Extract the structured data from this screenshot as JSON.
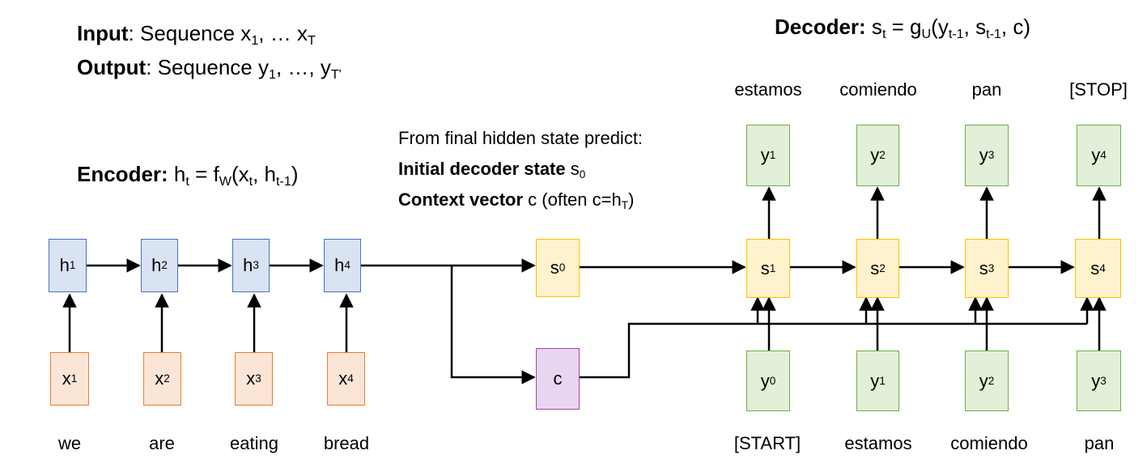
{
  "header": {
    "input_label": "Input",
    "input_text": ": Sequence x",
    "input_sub1": "1",
    "input_mid": ", … x",
    "input_sub2": "T",
    "output_label": "Output",
    "output_text": ": Sequence y",
    "output_sub1": "1",
    "output_mid": ", …, y",
    "output_sub2": "T'"
  },
  "encoder": {
    "label": "Encoder:",
    "eq_a": " h",
    "eq_sub_t": "t",
    "eq_b": " = f",
    "eq_sub_w": "W",
    "eq_c": "(x",
    "eq_sub_t2": "t",
    "eq_d": ", h",
    "eq_sub_t1": "t-1",
    "eq_e": ")",
    "hidden": [
      {
        "sym": "h",
        "sub": "1"
      },
      {
        "sym": "h",
        "sub": "2"
      },
      {
        "sym": "h",
        "sub": "3"
      },
      {
        "sym": "h",
        "sub": "4"
      }
    ],
    "inputs": [
      {
        "sym": "x",
        "sub": "1"
      },
      {
        "sym": "x",
        "sub": "2"
      },
      {
        "sym": "x",
        "sub": "3"
      },
      {
        "sym": "x",
        "sub": "4"
      }
    ],
    "words": [
      "we",
      "are",
      "eating",
      "bread"
    ]
  },
  "decoder": {
    "label": "Decoder:",
    "eq_a": " s",
    "eq_sub_t": "t",
    "eq_b": " = g",
    "eq_sub_u": "U",
    "eq_c": "(y",
    "eq_sub_t1": "t-1",
    "eq_d": ", s",
    "eq_sub_t1b": "t-1",
    "eq_e": ", c)",
    "states": [
      {
        "sym": "s",
        "sub": "1"
      },
      {
        "sym": "s",
        "sub": "2"
      },
      {
        "sym": "s",
        "sub": "3"
      },
      {
        "sym": "s",
        "sub": "4"
      }
    ],
    "outputs": [
      {
        "sym": "y",
        "sub": "1"
      },
      {
        "sym": "y",
        "sub": "2"
      },
      {
        "sym": "y",
        "sub": "3"
      },
      {
        "sym": "y",
        "sub": "4"
      }
    ],
    "inputs": [
      {
        "sym": "y",
        "sub": "0"
      },
      {
        "sym": "y",
        "sub": "1"
      },
      {
        "sym": "y",
        "sub": "2"
      },
      {
        "sym": "y",
        "sub": "3"
      }
    ],
    "top_words": [
      "estamos",
      "comiendo",
      "pan",
      "[STOP]"
    ],
    "bottom_words": [
      "[START]",
      "estamos",
      "comiendo",
      "pan"
    ]
  },
  "bridge": {
    "line1": "From final hidden state predict:",
    "line2_bold": "Initial decoder state",
    "line2_rest": " s",
    "line2_sub": "0",
    "line3_bold": "Context vector",
    "line3_rest": " c (often c=h",
    "line3_sub": "T",
    "line3_end": ")",
    "s0": {
      "sym": "s",
      "sub": "0"
    },
    "c": {
      "sym": "c"
    }
  },
  "colors": {
    "encoder_fill": "#dae3f3",
    "encoder_stroke": "#4472c4",
    "input_fill": "#fbe5d6",
    "input_stroke": "#ed7d31",
    "decoder_fill": "#fff2cc",
    "decoder_stroke": "#ffc000",
    "output_fill": "#e2f0d9",
    "output_stroke": "#70ad47",
    "context_fill": "#e8d5f2",
    "context_stroke": "#a349a4"
  }
}
